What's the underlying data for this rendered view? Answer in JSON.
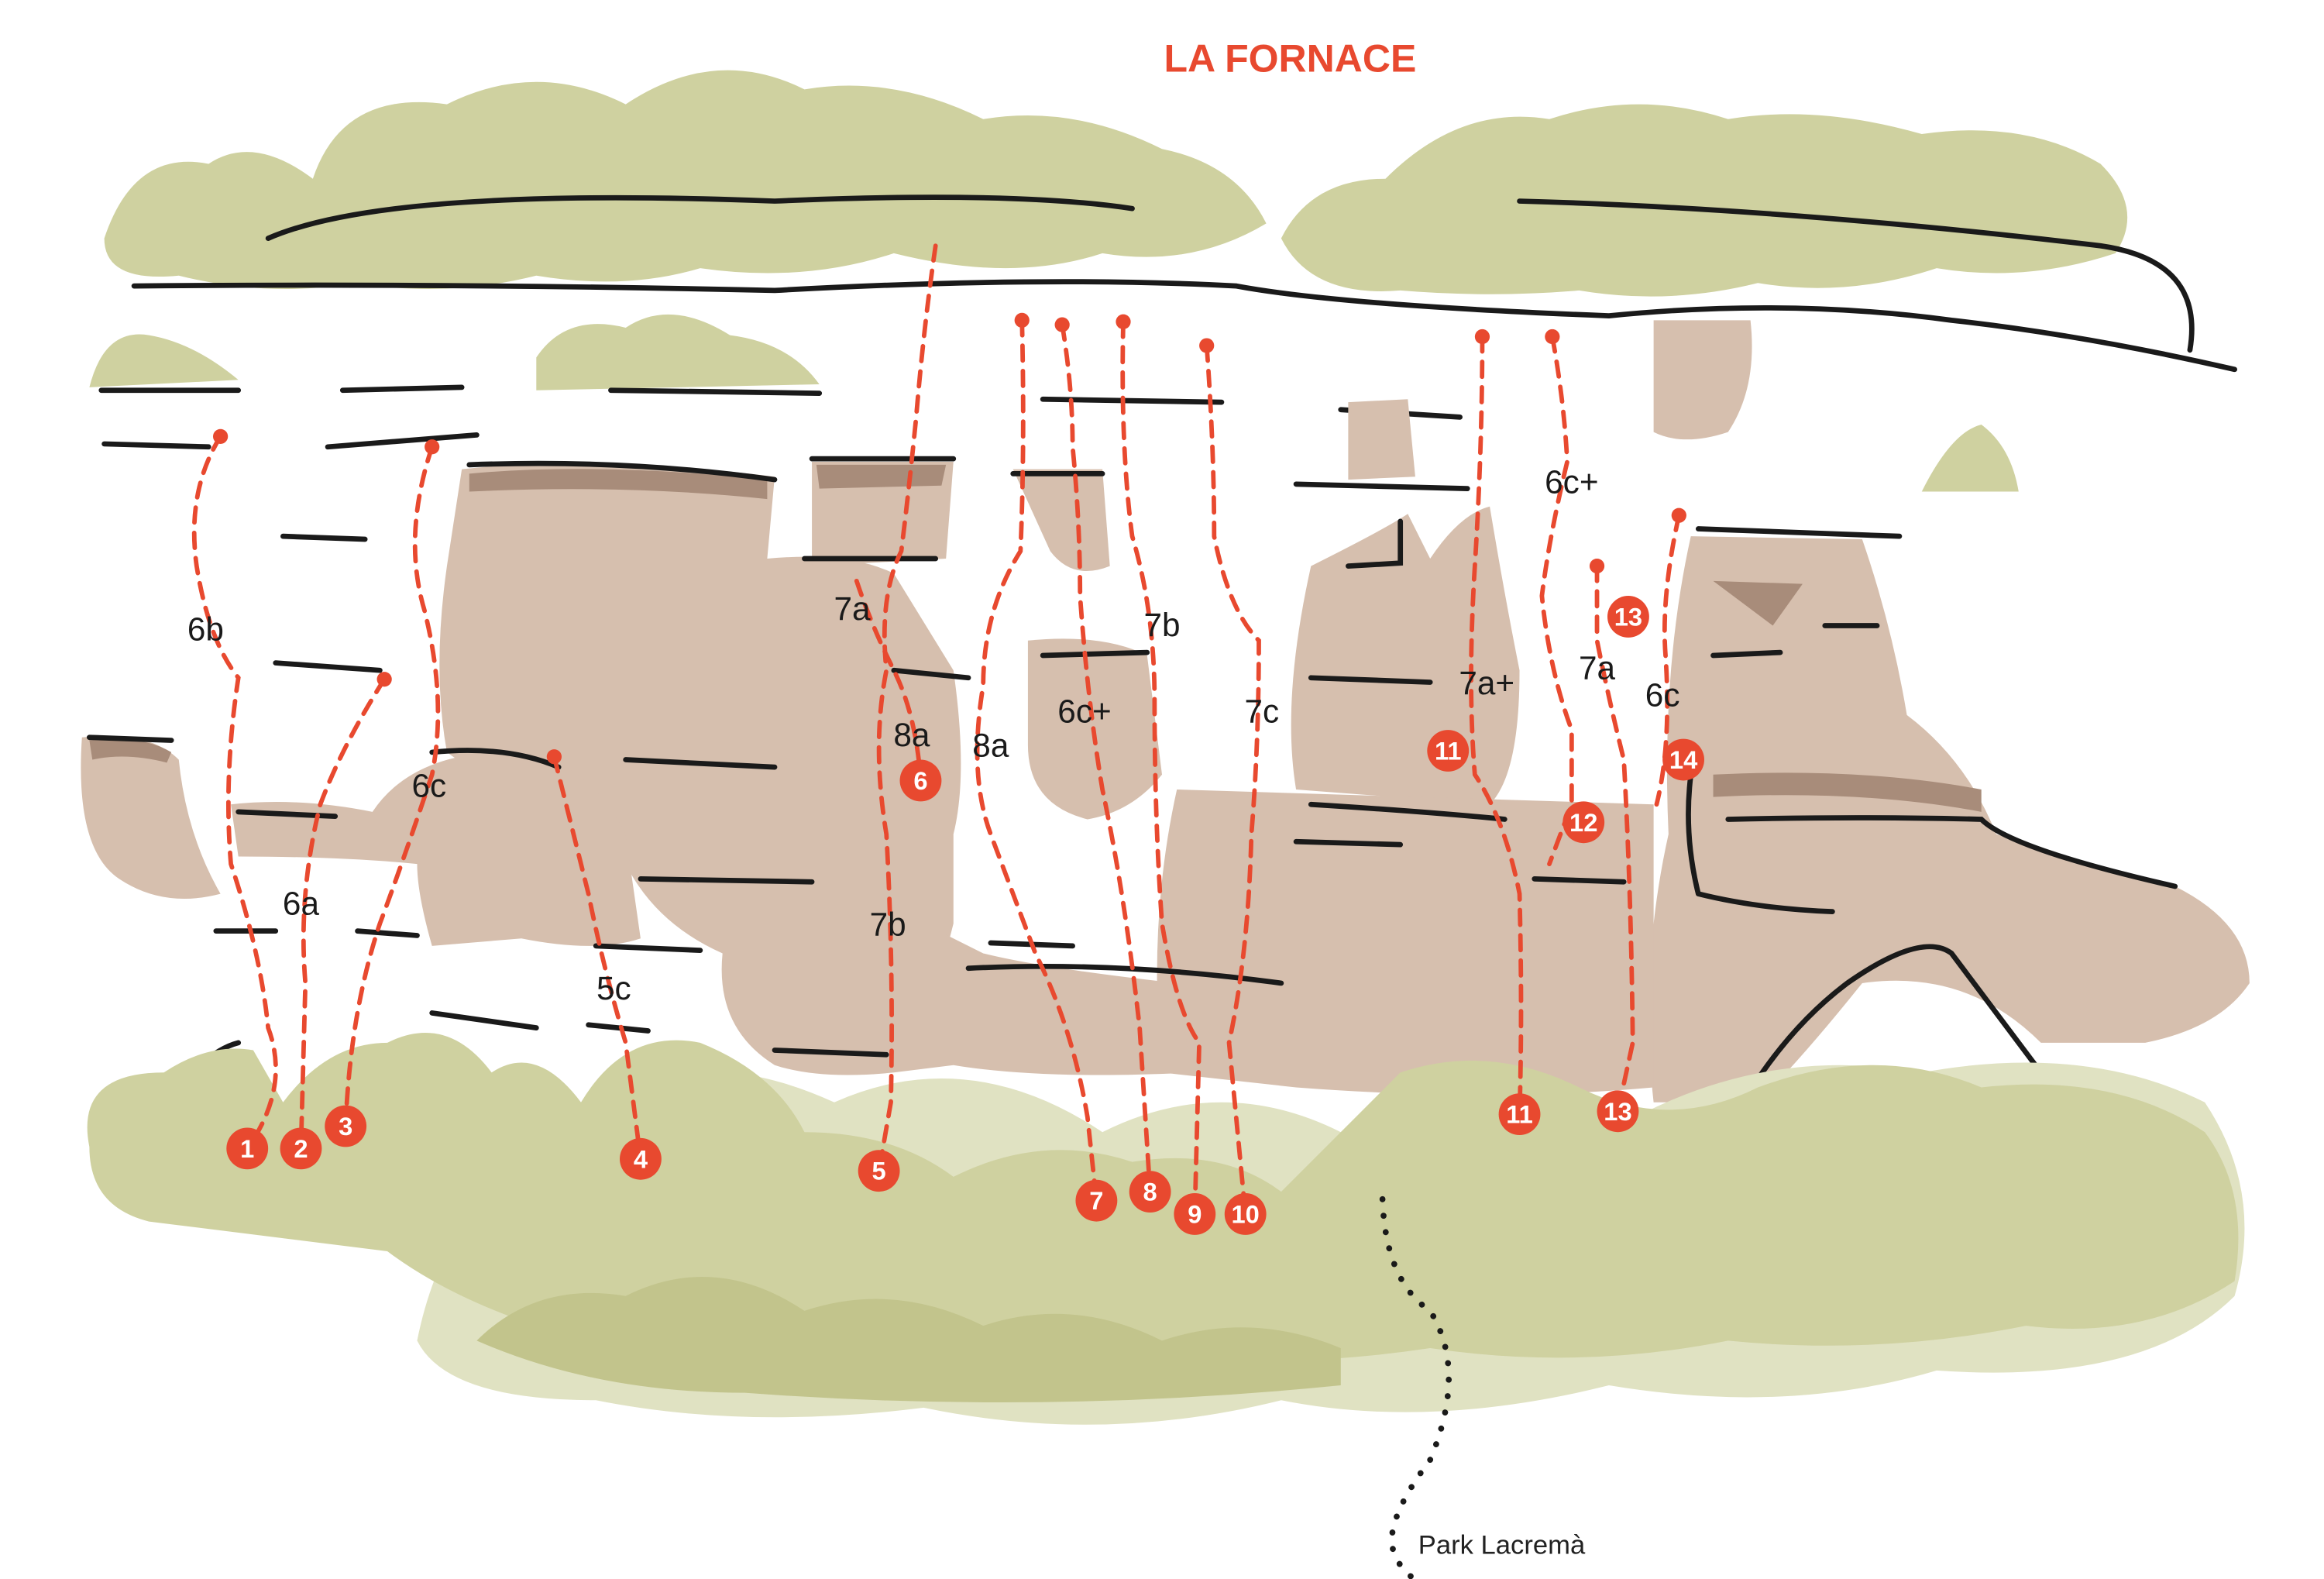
{
  "title": "LA FORNACE",
  "parking_label": "Park Lacremà",
  "colors": {
    "accent": "#e8492f",
    "rock": "#d6bfae",
    "rock_shade": "#a88c7a",
    "vegetation": "#cfd1a0",
    "vegetation_light": "#e0e2c2",
    "ink": "#1a1a1a"
  },
  "routes": [
    {
      "number": "1",
      "grade": "6b"
    },
    {
      "number": "2",
      "grade": "6a"
    },
    {
      "number": "3",
      "grade": "6c"
    },
    {
      "number": "4",
      "grade": "5c"
    },
    {
      "number": "5",
      "grade": "7a"
    },
    {
      "number": "6",
      "grade": "8a"
    },
    {
      "number": "7",
      "grade": "8a"
    },
    {
      "number": "8",
      "grade": "6c+"
    },
    {
      "number": "9",
      "grade": "7b"
    },
    {
      "number": "10",
      "grade": "7c"
    },
    {
      "number": "11",
      "grade": "7a+"
    },
    {
      "number": "12",
      "grade": "6c+"
    },
    {
      "number": "13",
      "grade": "7a"
    },
    {
      "number": "14",
      "grade": "6c"
    }
  ],
  "extra_grades": [
    "7b"
  ],
  "markers": [
    "1",
    "2",
    "3",
    "4",
    "5",
    "6",
    "7",
    "8",
    "9",
    "10",
    "11",
    "11",
    "12",
    "13",
    "13",
    "14"
  ]
}
